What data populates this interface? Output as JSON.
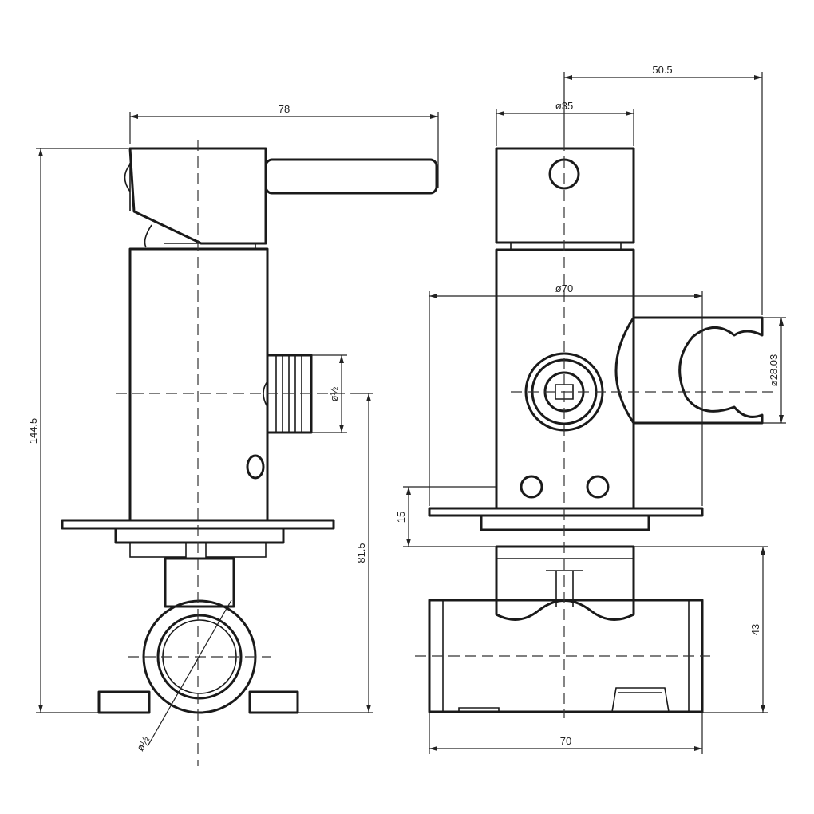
{
  "diagram": {
    "dimensions": {
      "overall_width": "78",
      "height_total": "144.5",
      "outlet_thread": "ø½",
      "inlet_thread": "ø½",
      "height_to_base": "81.5",
      "cap_diameter": "ø35",
      "offset_holder": "50.5",
      "plate_diameter": "ø70",
      "holder_diameter": "ø28.03",
      "plate_thickness": "15",
      "body_height": "43",
      "body_width": "70"
    }
  }
}
